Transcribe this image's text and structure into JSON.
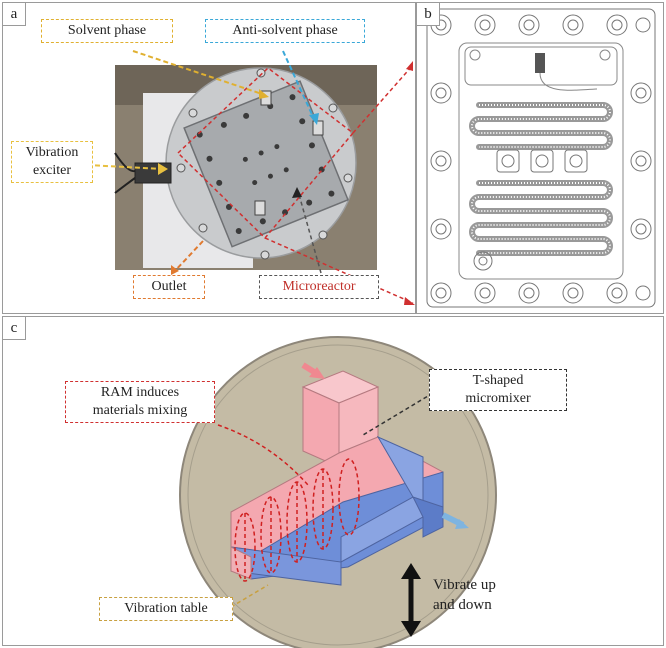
{
  "panels": {
    "a": "a",
    "b": "b",
    "c": "c"
  },
  "labels": {
    "solvent_phase": "Solvent phase",
    "anti_solvent_phase": "Anti-solvent phase",
    "vibration_exciter_line1": "Vibration",
    "vibration_exciter_line2": "exciter",
    "outlet": "Outlet",
    "microreactor": "Microreactor",
    "ram_line1": "RAM induces",
    "ram_line2": "materials mixing",
    "tshaped_line1": "T-shaped",
    "tshaped_line2": "micromixer",
    "vibration_table": "Vibration table",
    "vibrate_line1": "Vibrate up",
    "vibrate_line2": "and down"
  },
  "colors": {
    "solvent_box": "#e0b030",
    "anti_solvent_box": "#3aa8d8",
    "exciter_box": "#e8c040",
    "outlet_box": "#e07a30",
    "microreactor_box": "#555555",
    "microreactor_text": "#c0302a",
    "ram_box": "#d03030",
    "tshaped_box": "#333333",
    "table_box": "#c8a040",
    "pink_channel": "#f4a8b0",
    "blue_channel": "#6e8ed8"
  }
}
